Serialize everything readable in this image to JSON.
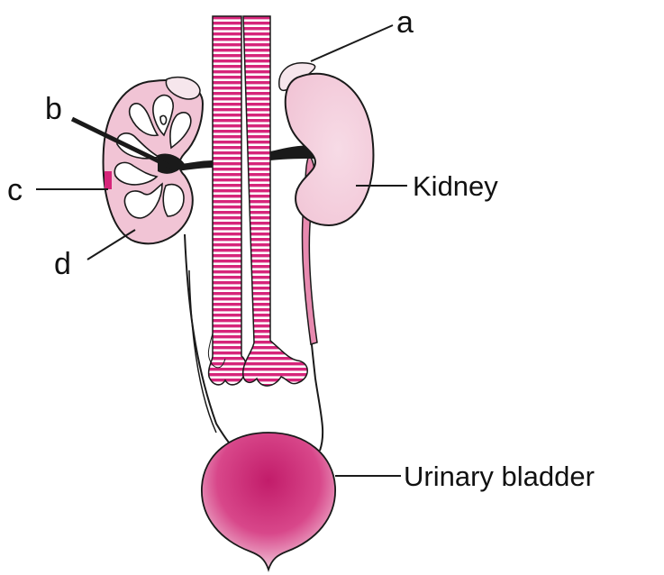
{
  "labels": {
    "a": "a",
    "b": "b",
    "c": "c",
    "d": "d",
    "kidney": "Kidney",
    "bladder": "Urinary bladder"
  },
  "colors": {
    "magenta": "#d6257a",
    "pink_fill": "#f2c6d6",
    "light_pink": "#f8dde7",
    "outline": "#1a1a1a",
    "bladder_dark": "#c21c6a"
  }
}
